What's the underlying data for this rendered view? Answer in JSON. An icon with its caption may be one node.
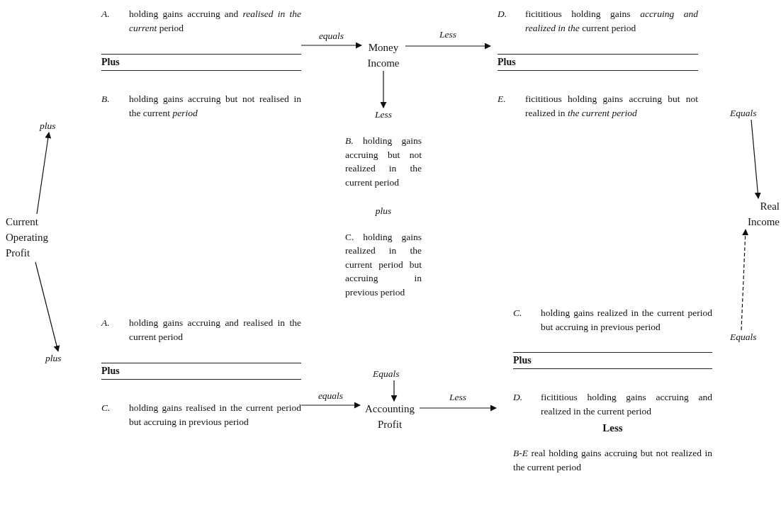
{
  "diagram": {
    "nodes": [
      {
        "text": [
          "Current Operating Profit"
        ]
      },
      {
        "text": [
          "plus"
        ]
      },
      {
        "text": [
          "A.",
          "holding gains accruing and *realised in the current* period",
          "Plus",
          "B.",
          "holding gains accruing but not realised in the current *period*"
        ]
      },
      {
        "text": [
          "Money Income"
        ]
      },
      {
        "text": [
          "Less",
          "*B.* holding gains accruing but not realized in the current period",
          "plus",
          "C. holding gains realized in the current period but accruing in previous period"
        ]
      },
      {
        "text": [
          "D.",
          "ficititious holding gains *accruing and realized in the* current period",
          "Plus",
          "E.",
          "ficititious holding gains accruing but not realized in *the current period*"
        ]
      },
      {
        "text": [
          "Equals"
        ]
      },
      {
        "text": [
          "Real Income"
        ]
      },
      {
        "text": [
          "plus"
        ]
      },
      {
        "text": [
          "A.",
          "holding gains accruing and realised in the current period",
          "Plus",
          "C.",
          "holding gains realised in the current period but accruing in previous period"
        ]
      },
      {
        "text": [
          "Equals"
        ]
      },
      {
        "text": [
          "Accounting Profit"
        ]
      },
      {
        "text": [
          "C.",
          "holding gains realized in the current period but accruing in previous period",
          "Plus",
          "D.",
          "ficititious holding gains accruing and realized in the current period",
          "Less",
          "*B-E* real holding gains accruing but not realized in the current period"
        ]
      },
      {
        "text": [
          "Equals"
        ]
      }
    ],
    "edges": [
      {
        "from": 0,
        "to": 1,
        "arrow": "to"
      },
      {
        "from": 0,
        "to": 8,
        "arrow": "to"
      },
      {
        "from": 2,
        "to": 3,
        "arrow": "to",
        "label": "equals"
      },
      {
        "from": 3,
        "to": 5,
        "arrow": "to",
        "label": "Less"
      },
      {
        "from": 3,
        "to": 4,
        "arrow": "to"
      },
      {
        "from": 6,
        "to": 7,
        "arrow": "to"
      },
      {
        "from": 13,
        "to": 7,
        "arrow": "to",
        "style": "dashed"
      },
      {
        "from": 9,
        "to": 11,
        "arrow": "to",
        "label": "equals"
      },
      {
        "from": 10,
        "to": 11,
        "arrow": "to"
      },
      {
        "from": 11,
        "to": 12,
        "arrow": "to",
        "label": "Less"
      }
    ]
  }
}
